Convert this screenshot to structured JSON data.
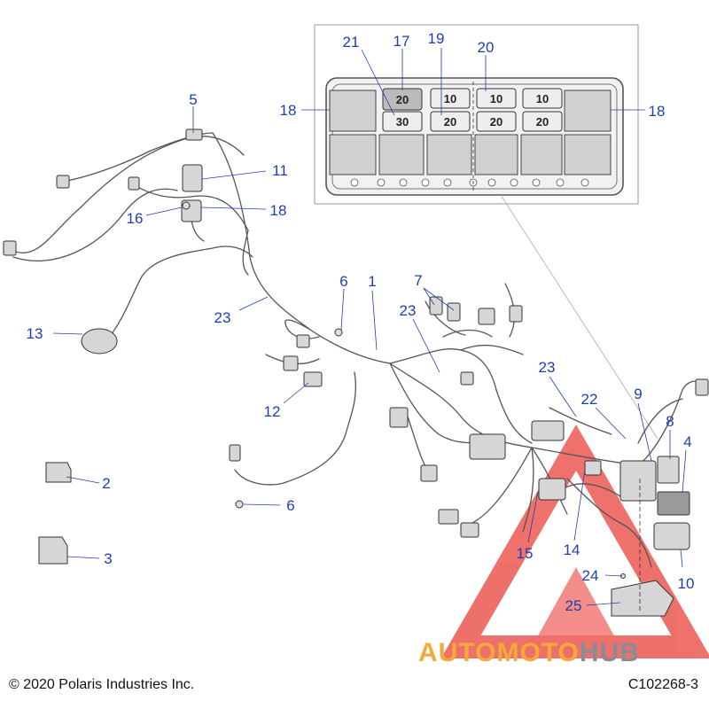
{
  "callouts": {
    "c1": "1",
    "c2": "2",
    "c3": "3",
    "c4": "4",
    "c5": "5",
    "c6a": "6",
    "c6b": "6",
    "c7": "7",
    "c8": "8",
    "c9": "9",
    "c10": "10",
    "c11": "11",
    "c12": "12",
    "c13": "13",
    "c14": "14",
    "c15": "15",
    "c16": "16",
    "c17": "17",
    "c18a": "18",
    "c18b": "18",
    "c18c": "18",
    "c19": "19",
    "c20a": "20",
    "c21": "21",
    "c22": "22",
    "c23a": "23",
    "c23b": "23",
    "c23c": "23",
    "c24": "24",
    "c25": "25"
  },
  "fuse_box": {
    "top_row": [
      "20",
      "10",
      "10",
      "10"
    ],
    "bottom_row": [
      "30",
      "20",
      "20",
      "20"
    ]
  },
  "footer": {
    "copyright": "© 2020 Polaris Industries Inc.",
    "drawing_number": "C102268-3"
  },
  "watermark": {
    "part1": "AUTOMOTO",
    "part2": "HUB",
    "colors": {
      "accent": "#f4a93a",
      "secondary": "#888c96",
      "logo_red": "#e8413a"
    }
  },
  "callout_color": "#1f3fae"
}
